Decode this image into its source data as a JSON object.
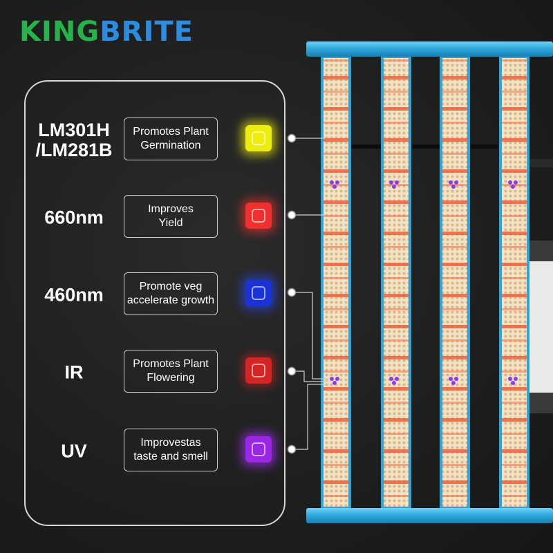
{
  "brand": {
    "part1": "KING",
    "part2": "BRITE"
  },
  "features": [
    {
      "wavelength": "LM301H\n/LM281B",
      "description": "Promotes Plant\nGermination",
      "chip": "yellow-led-icon",
      "color": "#ecec10"
    },
    {
      "wavelength": "660nm",
      "description": "Improves\nYield",
      "chip": "red-led-icon",
      "color": "#f0302f"
    },
    {
      "wavelength": "460nm",
      "description": "Promote veg\naccelerate growth",
      "chip": "blue-led-icon",
      "color": "#1b33d6"
    },
    {
      "wavelength": "IR",
      "description": "Promotes Plant\nFlowering",
      "chip": "ir-led-icon",
      "color": "#d42424"
    },
    {
      "wavelength": "UV",
      "description": "Improvestas\ntaste and smell",
      "chip": "uv-led-icon",
      "color": "#9a27e6"
    }
  ],
  "colors": {
    "brand_green": "#27b24a",
    "brand_blue": "#2a8de0",
    "frame_blue": "#2ca6d8",
    "background": "#1c1c1c"
  }
}
